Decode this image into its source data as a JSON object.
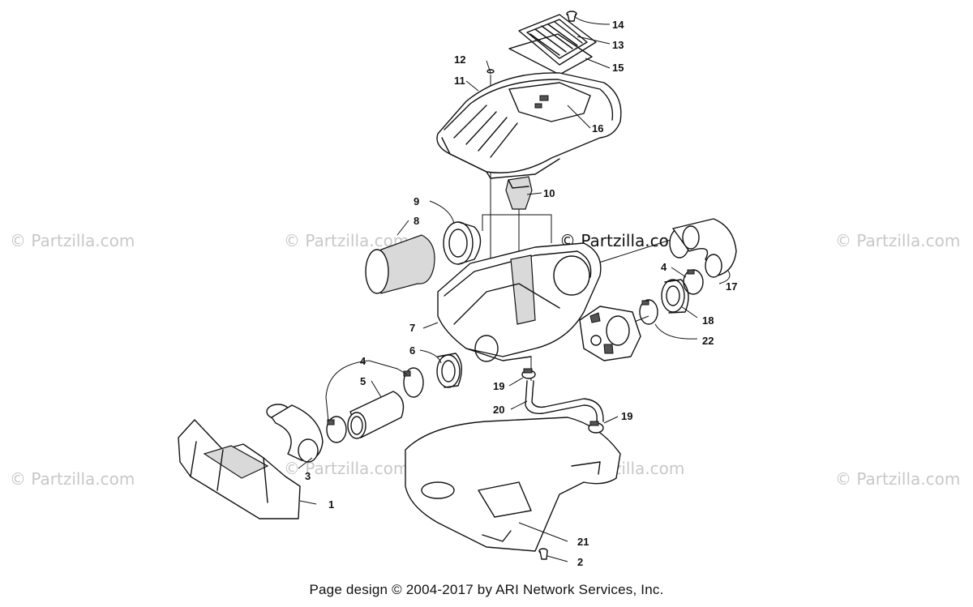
{
  "diagram": {
    "watermark": "© Partzilla.com",
    "watermark_main": "© Partzilla.com",
    "callouts": {
      "c1": "1",
      "c2": "2",
      "c3": "3",
      "c4a": "4",
      "c4b": "4",
      "c5": "5",
      "c6": "6",
      "c7": "7",
      "c8": "8",
      "c9": "9",
      "c10": "10",
      "c11": "11",
      "c12": "12",
      "c13": "13",
      "c14": "14",
      "c15": "15",
      "c16": "16",
      "c17": "17",
      "c18": "18",
      "c19a": "19",
      "c19b": "19",
      "c20": "20",
      "c21": "21",
      "c22": "22"
    }
  },
  "footer": {
    "text": "Page design © 2004-2017 by ARI Network Services, Inc."
  }
}
